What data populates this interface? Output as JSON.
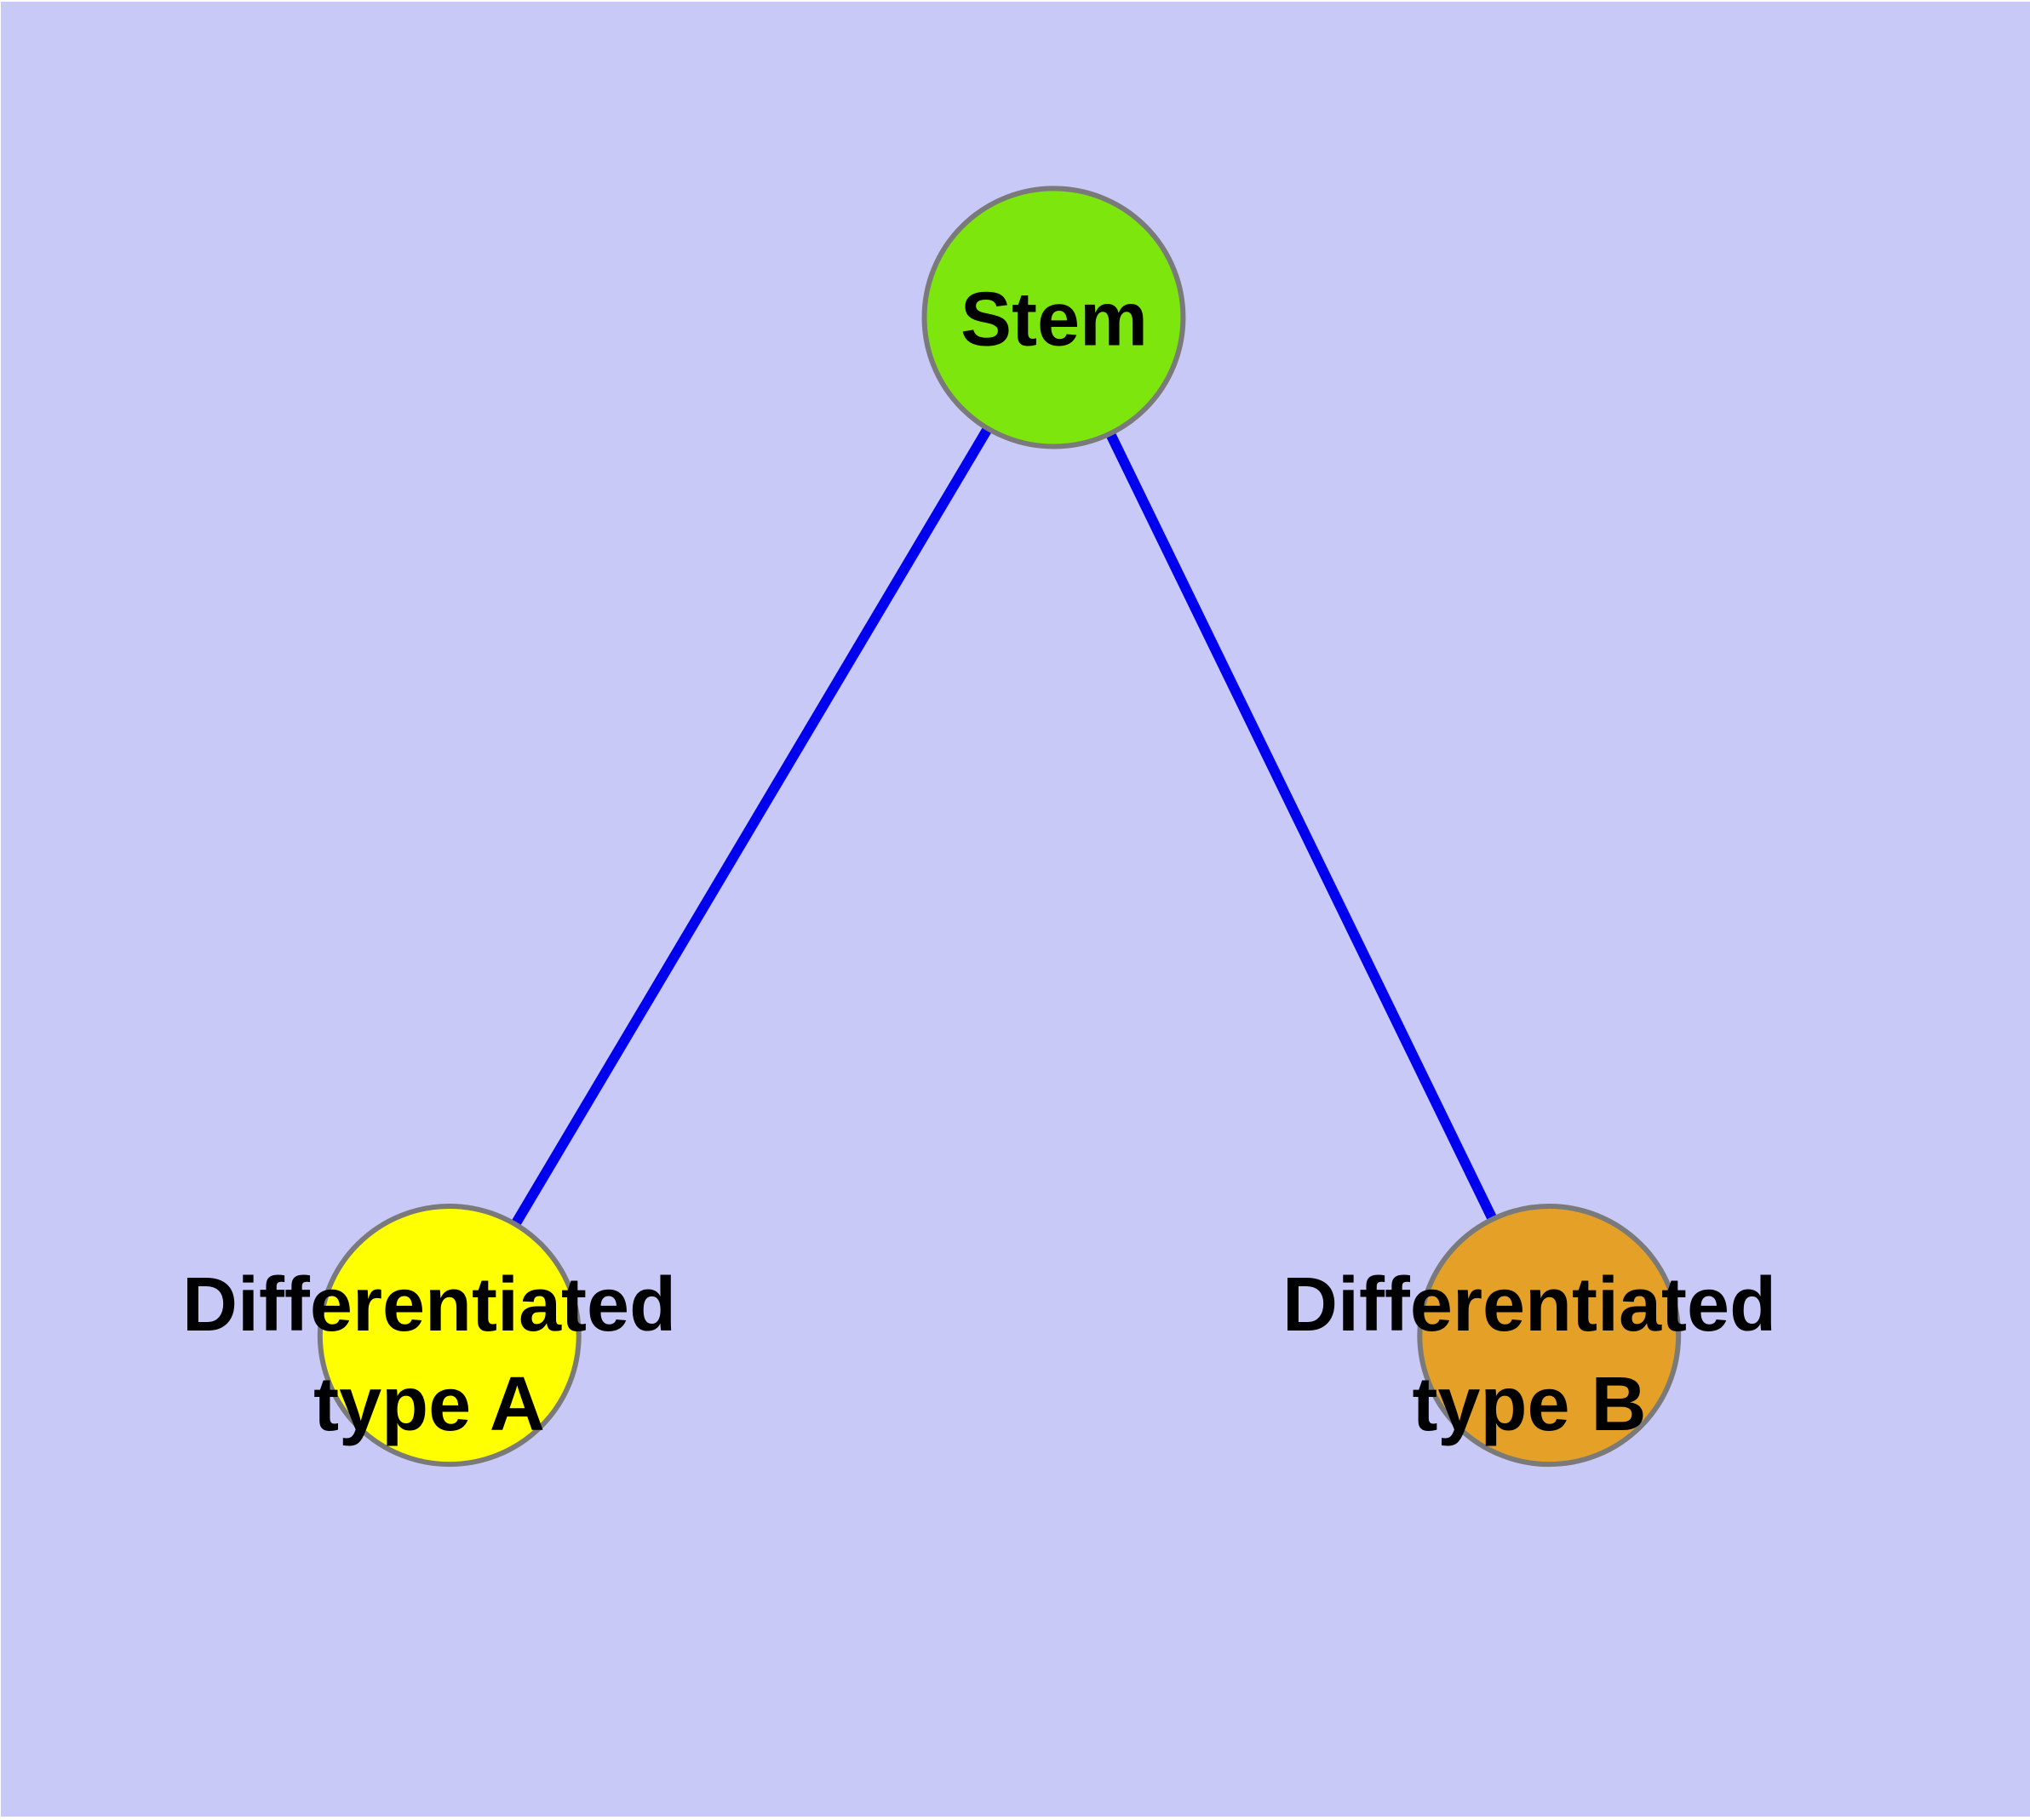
{
  "diagram": {
    "background_color": "#C9C9F8",
    "edge_color": "#0000EE",
    "node_border_color": "#7A7A7A",
    "label_color": "#000000",
    "nodes": {
      "stem": {
        "label": "Stem",
        "fill": "#7DE60C"
      },
      "type_a": {
        "label": "Differentiated type A",
        "line1": "Differentiated",
        "line2": "type A",
        "fill": "#FFFF00"
      },
      "type_b": {
        "label": "Differentiated type B",
        "line1": "Differentiated",
        "line2": "type B",
        "fill": "#E5A028"
      }
    },
    "edges": [
      {
        "from": "Stem",
        "to": "Differentiated type A"
      },
      {
        "from": "Stem",
        "to": "Differentiated type B"
      }
    ]
  }
}
